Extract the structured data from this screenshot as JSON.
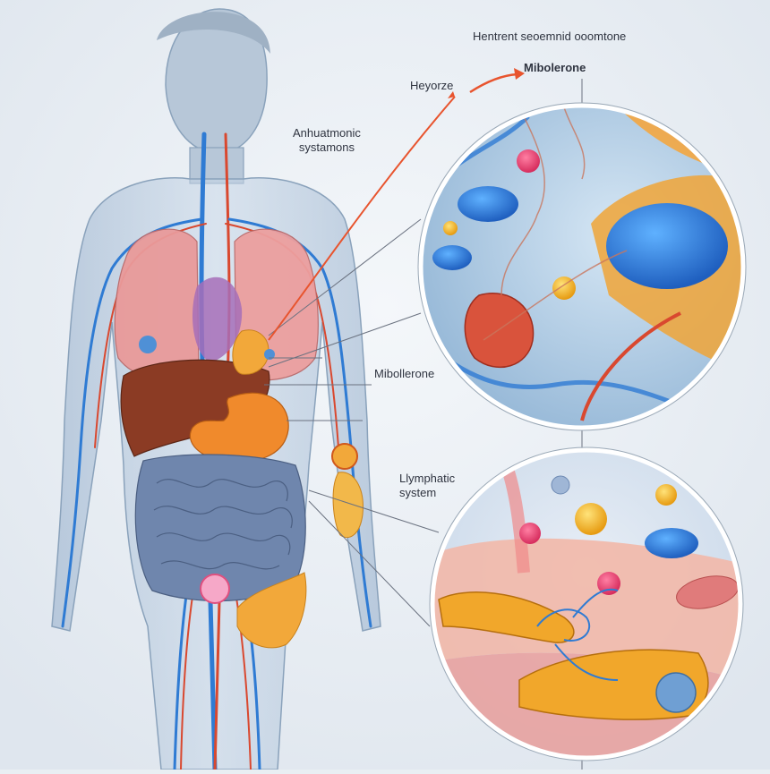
{
  "labels": {
    "title": "Hentrent seoemnid ooomtone",
    "top_left": "Heyorze",
    "top_arrow_target": "Mibolerone",
    "upper_left": "Anhuatmonic\nsystamons",
    "middle": "Mibollerone",
    "lower": "Llymphatic\nsystem"
  },
  "colors": {
    "background": "#e9eef3",
    "body": "#b9cbe0",
    "artery": "#d9482f",
    "vein": "#2f7bd3",
    "lung": "#e99a9a",
    "liver": "#8b3b24",
    "stomach": "#f08a2c",
    "intestine": "#6f86ad",
    "pancreas": "#f2a83a",
    "arrow": "#e8542e"
  },
  "icons": [
    "arrow-icon"
  ]
}
